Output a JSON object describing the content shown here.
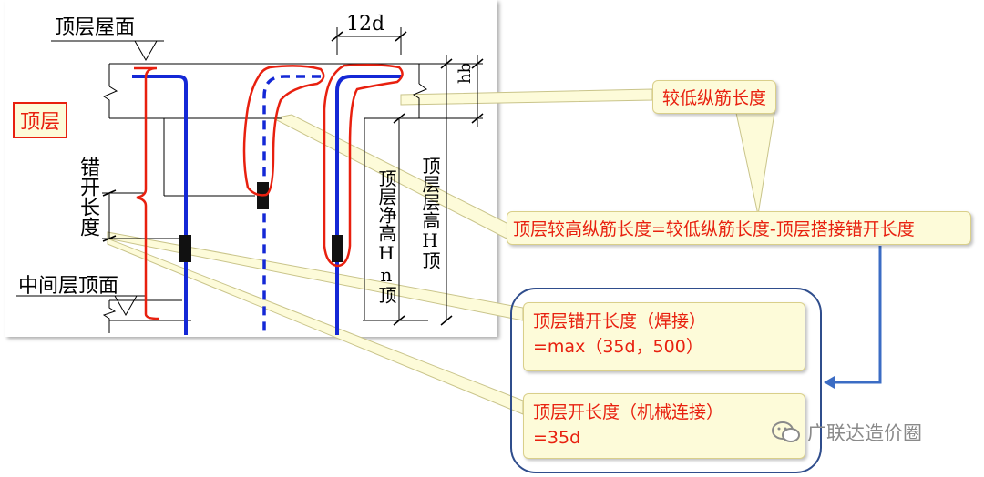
{
  "drawing": {
    "top_floor_roof_label": "顶层屋面",
    "dimension_12d": "12d",
    "hb_label": "hb",
    "top_floor_label": "顶层",
    "stagger_length_label": "错开长度",
    "middle_floor_top_label": "中间层顶面",
    "top_floor_clear_height_label": "顶层净高Hn顶",
    "top_floor_height_label": "顶层层高H顶"
  },
  "callouts": {
    "lower_bar_length": "较低纵筋长度",
    "formula": "顶层较高纵筋长度=较低纵筋长度-顶层搭接错开长度",
    "welded_line1": "顶层错开长度（焊接）",
    "welded_line2": "=max（35d，500）",
    "mechanical_line1": "顶层开长度（机械连接）",
    "mechanical_line2": "=35d"
  },
  "watermark": {
    "text": "广联达造价圈",
    "icon": "wechat-icon"
  },
  "colors": {
    "rebar_blue": "#1428d6",
    "highlight_red": "#e8200f",
    "callout_fill": "#fdfbd9",
    "group_border": "#2f4d8c",
    "arrow_blue": "#3b6cc4"
  }
}
